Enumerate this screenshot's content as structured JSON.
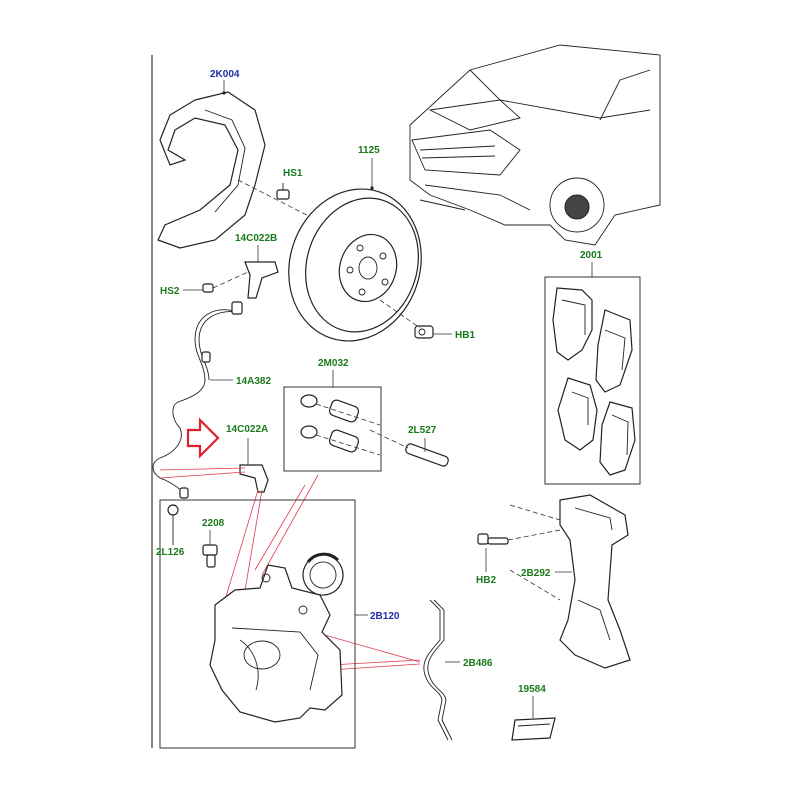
{
  "labels": {
    "k2_004": "2K004",
    "hs1": "HS1",
    "c14_022b": "14C022B",
    "hs2": "HS2",
    "a14_382": "14A382",
    "c14_022a": "14C022A",
    "p1125": "1125",
    "hb1": "HB1",
    "m2_032": "2M032",
    "l2_527": "2L527",
    "p2208": "2208",
    "l2_126": "2L126",
    "b2_120": "2B120",
    "b2_486": "2B486",
    "p2001": "2001",
    "hb2": "HB2",
    "b2_292": "2B292",
    "p19584": "19584"
  },
  "colors": {
    "green_label": "#1a7a1a",
    "blue_label": "#1f2fa8",
    "arrow_red": "#e0202a",
    "callout_pink": "#e23a4e"
  }
}
